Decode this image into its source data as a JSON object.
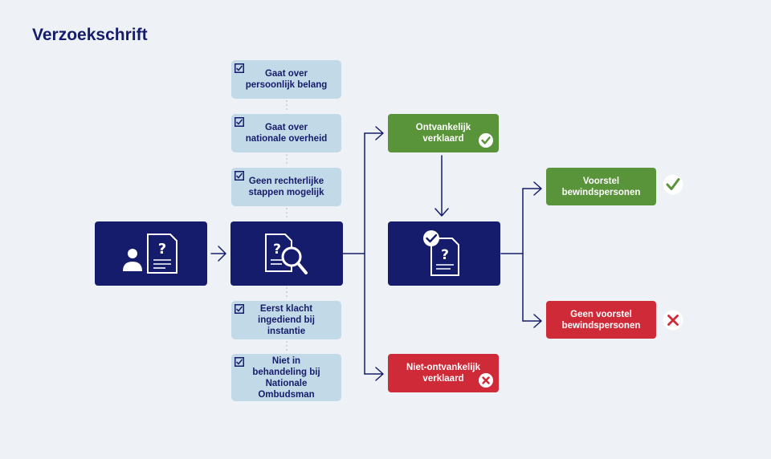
{
  "title": "Verzoekschrift",
  "criteria": [
    {
      "label": "Gaat over\npersoonlijk belang",
      "checked": true
    },
    {
      "label": "Gaat over\nnationale overheid",
      "checked": true
    },
    {
      "label": "Geen rechterlijke\nstappen mogelijk",
      "checked": true
    },
    {
      "label": "Eerst klacht\ningediend bij instantie",
      "checked": true
    },
    {
      "label": "Niet in\nbehandeling bij\nNationale Ombudsman",
      "checked": true
    }
  ],
  "outcomes": {
    "admissible": "Ontvankelijk\nverklaard",
    "inadmissible": "Niet-ontvankelijk\nverklaard",
    "proposal": "Voorstel\nbewindspersonen",
    "no_proposal": "Geen voorstel\nbewindspersonen"
  },
  "icons": {
    "petitioner": "person-with-question-document-icon",
    "review": "document-magnifier-icon",
    "assessment": "checked-question-document-icon",
    "checkbox": "checkbox-checked-icon",
    "approve": "checkmark-icon",
    "reject": "cross-icon"
  },
  "colors": {
    "navy": "#151c6b",
    "criteria_bg": "#c2d9e8",
    "green": "#59933a",
    "red": "#cf2a38",
    "background": "#eef2f6"
  }
}
